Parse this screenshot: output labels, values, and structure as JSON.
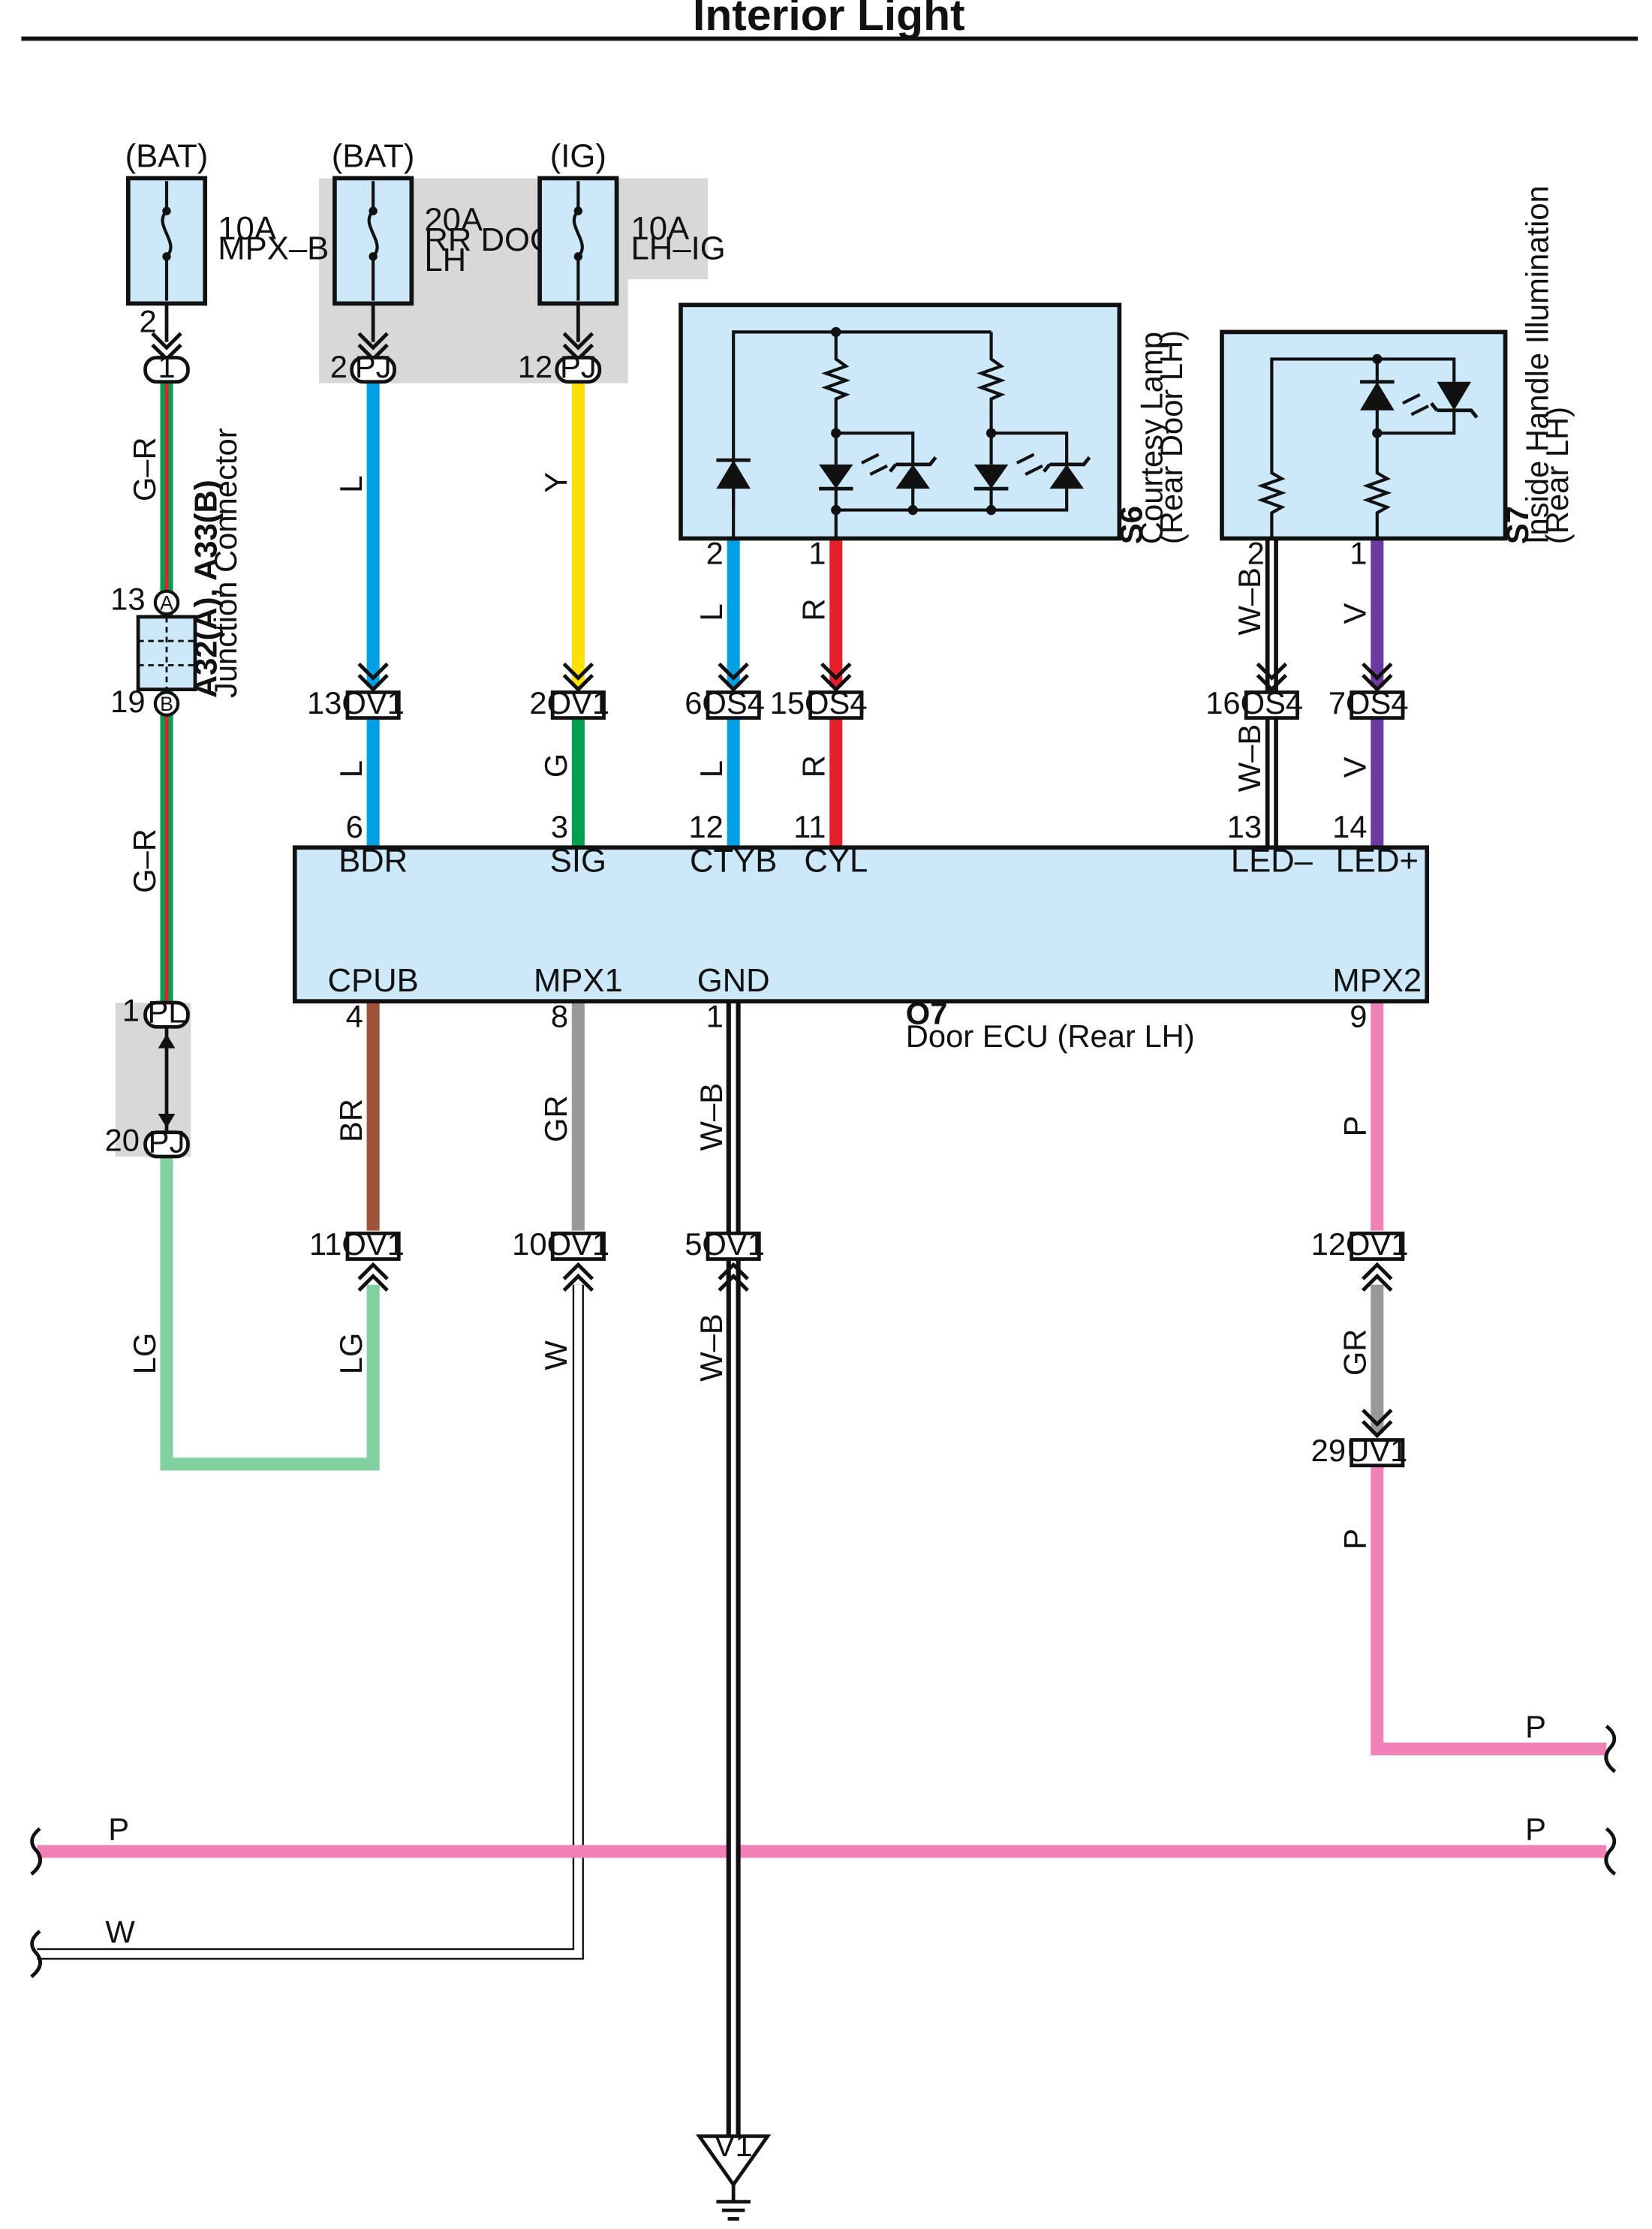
{
  "title": "Interior Light",
  "colors": {
    "L": "#00a0e4",
    "Y": "#ffe000",
    "G": "#00a050",
    "R": "#e5202a",
    "V": "#6a3aa0",
    "BR": "#a0523a",
    "GR": "#999999",
    "P": "#f080b8",
    "LG": "#80d0a0",
    "W": "#ffffff",
    "GRLine": "#00a050",
    "GRTrace": "#e5202a",
    "box": "#cde8f8",
    "shade": "#d8d8d8",
    "ink": "#111111"
  },
  "fuses": [
    {
      "source": "(BAT)",
      "rating": "10A",
      "name": "MPX–B",
      "name2": ""
    },
    {
      "source": "(BAT)",
      "rating": "20A",
      "name": "RR DOOR",
      "name2": "LH"
    },
    {
      "source": "(IG)",
      "rating": "10A",
      "name": "LH–IG",
      "name2": ""
    }
  ],
  "connectors": {
    "c1": {
      "pin": "2",
      "code": "1"
    },
    "c2": {
      "pin": "2",
      "code": "PJ"
    },
    "c3": {
      "pin": "12",
      "code": "PJ"
    },
    "jc_a": {
      "pin": "13",
      "code": "A"
    },
    "jc_b": {
      "pin": "19",
      "code": "B"
    },
    "pl": {
      "pin": "1",
      "code": "PL"
    },
    "pj20": {
      "pin": "20",
      "code": "PJ"
    },
    "ov1_13": {
      "pin": "13",
      "code": "OV1"
    },
    "ov1_2": {
      "pin": "2",
      "code": "OV1"
    },
    "os4_6": {
      "pin": "6",
      "code": "OS4"
    },
    "os4_15": {
      "pin": "15",
      "code": "OS4"
    },
    "os4_16": {
      "pin": "16",
      "code": "OS4"
    },
    "os4_7": {
      "pin": "7",
      "code": "OS4"
    },
    "ov1_11": {
      "pin": "11",
      "code": "OV1"
    },
    "ov1_10": {
      "pin": "10",
      "code": "OV1"
    },
    "ov1_5": {
      "pin": "5",
      "code": "OV1"
    },
    "ov1_12": {
      "pin": "12",
      "code": "OV1"
    },
    "uv1_29": {
      "pin": "29",
      "code": "UV1"
    }
  },
  "junction": {
    "id": "A32(A), A33(B)",
    "name": "Junction Connector"
  },
  "s6": {
    "id": "S6",
    "name": "Courtesy Lamp",
    "sub": "(Rear Door LH)",
    "pin_a": "2",
    "pin_b": "1"
  },
  "s7": {
    "id": "S7",
    "name": "Inside Handle Illumination",
    "sub": "(Rear LH)",
    "pin_a": "2",
    "pin_b": "1"
  },
  "ecu": {
    "id": "O7",
    "name": "Door ECU (Rear LH)",
    "top": [
      {
        "pin": "6",
        "name": "BDR"
      },
      {
        "pin": "3",
        "name": "SIG"
      },
      {
        "pin": "12",
        "name": "CTYB"
      },
      {
        "pin": "11",
        "name": "CYL"
      },
      {
        "pin": "13",
        "name": "LED–"
      },
      {
        "pin": "14",
        "name": "LED+"
      }
    ],
    "bottom": [
      {
        "pin": "4",
        "name": "CPUB"
      },
      {
        "pin": "8",
        "name": "MPX1"
      },
      {
        "pin": "1",
        "name": "GND"
      },
      {
        "pin": "9",
        "name": "MPX2"
      }
    ]
  },
  "wire_labels": {
    "gr_top": "G–R",
    "gr_bot": "G–R",
    "lg_left": "LG",
    "l1": "L",
    "l2": "L",
    "y": "Y",
    "g": "G",
    "l3": "L",
    "l4": "L",
    "r1": "R",
    "r2": "R",
    "wb1": "W–B",
    "wb2": "W–B",
    "v1": "V",
    "v2": "V",
    "br": "BR",
    "lg2": "LG",
    "gr1": "GR",
    "w1": "W",
    "wb3": "W–B",
    "wb4": "W–B",
    "p1": "P",
    "gr2": "GR",
    "p2": "P",
    "p3": "P",
    "p4": "P",
    "p5": "P",
    "w2": "W"
  },
  "ground": {
    "name": "V1"
  }
}
